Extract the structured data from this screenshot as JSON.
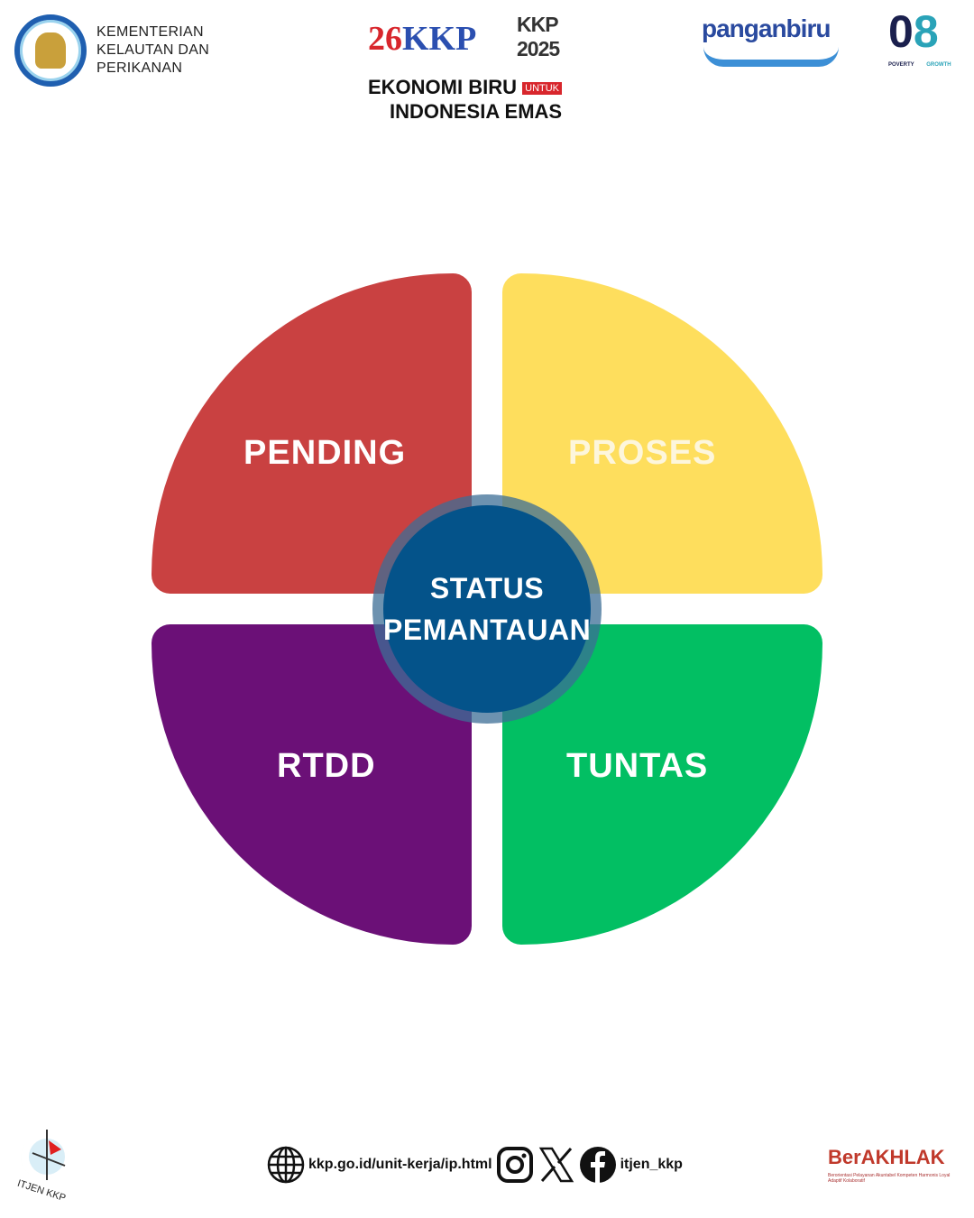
{
  "header": {
    "ministry_name": [
      "KEMENTERIAN",
      "KELAUTAN DAN",
      "PERIKANAN"
    ],
    "logo_26_kkp": "KKP",
    "logo_kkp2025": [
      "KKP",
      "2025"
    ],
    "tagline": {
      "line1": "EKONOMI BIRU",
      "badge": "UNTUK",
      "line2": "INDONESIA EMAS"
    },
    "panganbiru": "panganbiru",
    "o8": {
      "zero": "0",
      "eight": "8",
      "label_left": "POVERTY",
      "label_right": "GROWTH"
    }
  },
  "diagram": {
    "center": [
      "STATUS",
      "PEMANTAUAN"
    ],
    "quadrants": [
      {
        "label": "PENDING",
        "color": "#C94141"
      },
      {
        "label": "PROSES",
        "color": "#FEDE5D"
      },
      {
        "label": "RTDD",
        "color": "#6B1077"
      },
      {
        "label": "TUNTAS",
        "color": "#02BF63"
      }
    ]
  },
  "footer": {
    "itjen_label": "ITJEN KKP",
    "website": "kkp.go.id/unit-kerja/ip.html",
    "social_handle": "itjen_kkp",
    "berakhlak": "BerAKHLAK",
    "berakhlak_sub": "Berorientasi Pelayanan Akuntabel Kompeten Harmonis Loyal Adaptif Kolaboratif"
  }
}
